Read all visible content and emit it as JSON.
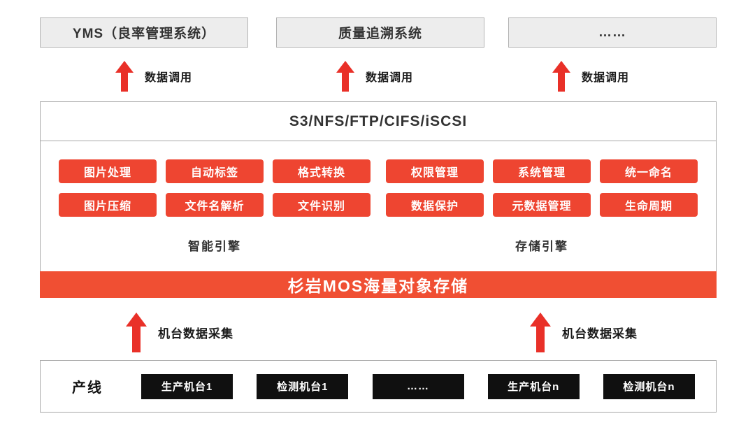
{
  "colors": {
    "red": "#ee4531",
    "bar-red": "#f04f33",
    "arrow-red": "#e93028",
    "box-fill": "#ededed",
    "box-border": "#b3b3b3",
    "panel-border": "#a8a8a8",
    "black": "#101010",
    "text": "#333333"
  },
  "top_systems": [
    "YMS（良率管理系统）",
    "质量追溯系统",
    "……"
  ],
  "data_call_label": "数据调用",
  "platform": {
    "protocols_title": "S3/NFS/FTP/CIFS/iSCSI",
    "engines": [
      {
        "label": "智能引擎",
        "modules": [
          "图片处理",
          "自动标签",
          "格式转换",
          "图片压缩",
          "文件名解析",
          "文件识别"
        ]
      },
      {
        "label": "存储引擎",
        "modules": [
          "权限管理",
          "系统管理",
          "统一命名",
          "数据保护",
          "元数据管理",
          "生命周期"
        ]
      }
    ],
    "storage_bar": "杉岩MOS海量对象存储"
  },
  "machine_collect_label": "机台数据采集",
  "production_line": {
    "label": "产线",
    "machines": [
      "生产机台1",
      "检测机台1",
      "……",
      "生产机台n",
      "检测机台n"
    ]
  }
}
